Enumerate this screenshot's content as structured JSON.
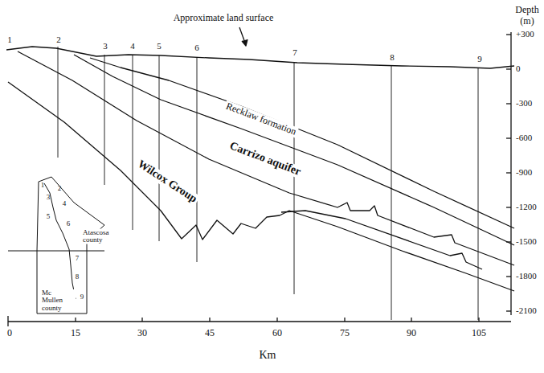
{
  "diagram": {
    "labels": [
      "Depth",
      "(m)",
      "+300",
      "0",
      "-300",
      "-600",
      "-900",
      "-1200",
      "-1500",
      "-1800",
      "-2100",
      "1",
      "2",
      "3",
      "4",
      "5",
      "6",
      "7",
      "8",
      "9",
      "Approximate land surface",
      "Recklaw formation",
      "Carrizo aquifer",
      "Wilcox Group",
      "1",
      "2",
      "3",
      "4",
      "5",
      "6",
      "7",
      "8",
      "9",
      "Atascosa county",
      "Mc Mullen county",
      "0",
      "15",
      "30",
      "45",
      "60",
      "75",
      "90",
      "105",
      "Km"
    ]
  }
}
